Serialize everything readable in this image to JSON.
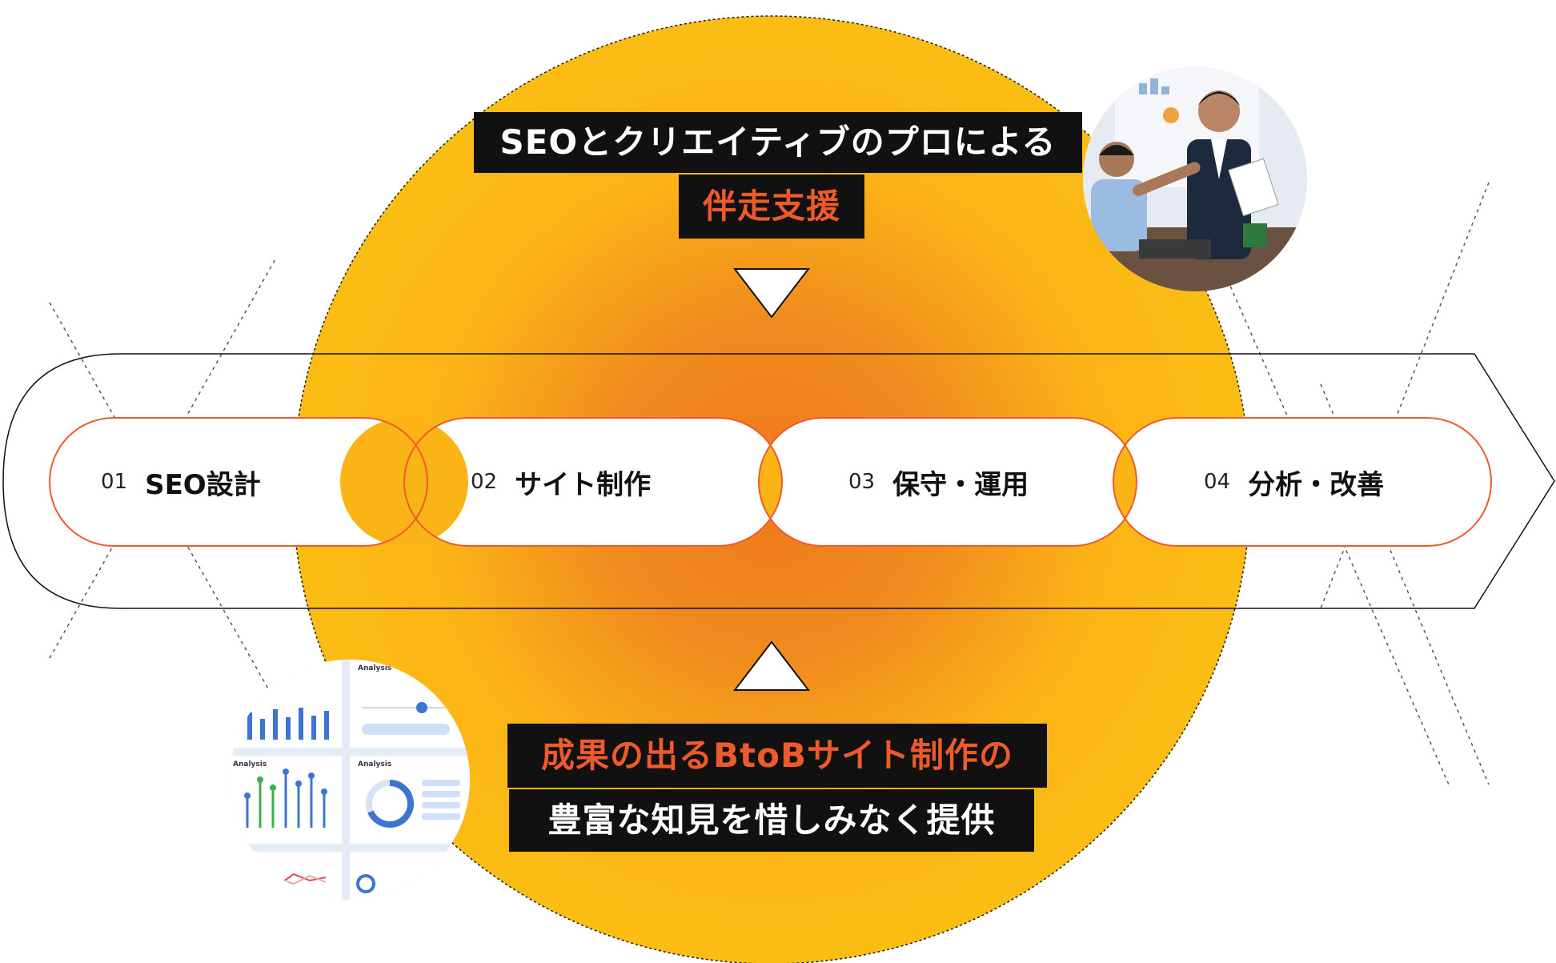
{
  "top_heading": {
    "line1": "SEOとクリエイティブのプロによる",
    "line2": "伴走支援"
  },
  "bottom_heading": {
    "line1": "成果の出るBtoBサイト制作の",
    "line2": "豊富な知見を惜しみなく提供"
  },
  "steps": [
    {
      "number": "01",
      "label": "SEO設計"
    },
    {
      "number": "02",
      "label": "サイト制作"
    },
    {
      "number": "03",
      "label": "保守・運用"
    },
    {
      "number": "04",
      "label": "分析・改善"
    }
  ],
  "colors": {
    "circle_outer": "#FBBB14",
    "circle_center": "#EE7A1C",
    "accent": "#EE5A2B",
    "label_bg": "#111111",
    "label_text": "#FFFFFF"
  },
  "dashboard_panels": [
    {
      "title": "Analysis"
    },
    {
      "title": "Analysis"
    },
    {
      "title": "Analysis"
    }
  ]
}
